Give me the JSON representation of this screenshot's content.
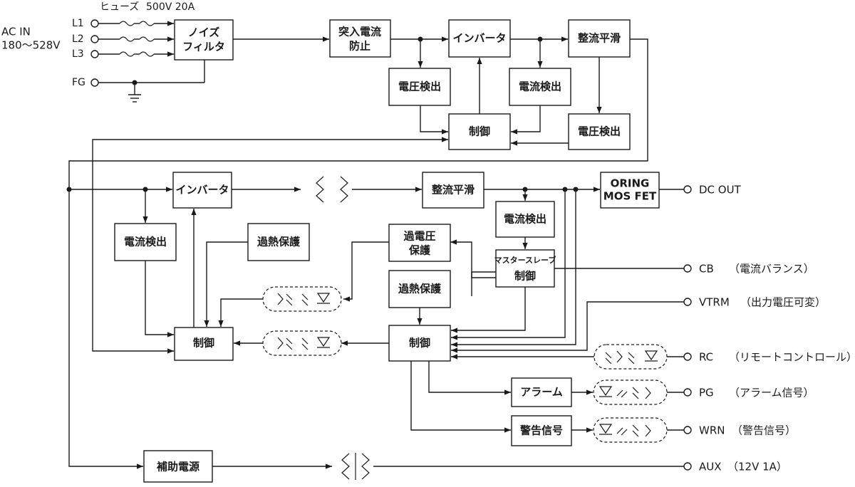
{
  "input": {
    "ac_in": "AC IN",
    "voltage_range": "180～528V",
    "fuse_label": "ヒューズ",
    "fuse_rating": "500V 20A",
    "lines": [
      "L1",
      "L2",
      "L3"
    ],
    "fg": "FG"
  },
  "primary": {
    "noise_filter": [
      "ノイズ",
      "フィルタ"
    ],
    "inrush": [
      "突入電流",
      "防止"
    ],
    "inverter": "インバータ",
    "smoothing": "整流平滑",
    "voltage_detect_1": "電圧検出",
    "current_detect": "電流検出",
    "control": "制御",
    "voltage_detect_2": "電圧検出"
  },
  "secondary": {
    "inverter": "インバータ",
    "smoothing": "整流平滑",
    "current_detect_left": "電流検出",
    "overheat_left": "過熱保護",
    "control_left": "制御",
    "current_detect_right": "電流検出",
    "oring": [
      "ORING",
      "MOS FET"
    ],
    "overvoltage": [
      "過電圧",
      "保護"
    ],
    "master_slave": [
      "マスタースレーブ",
      "制御"
    ],
    "overheat_right": "過熱保護",
    "control_right": "制御",
    "alarm": "アラーム",
    "warning": "警告信号",
    "aux_power": "補助電源"
  },
  "outputs": [
    {
      "name": "DC OUT",
      "desc": ""
    },
    {
      "name": "CB",
      "desc": "（電流バランス）"
    },
    {
      "name": "VTRM",
      "desc": "（出力電圧可変）"
    },
    {
      "name": "RC",
      "desc": "（リモートコントロール）"
    },
    {
      "name": "PG",
      "desc": "（アラーム信号）"
    },
    {
      "name": "WRN",
      "desc": "（警告信号）"
    },
    {
      "name": "AUX",
      "desc": "（12V  1A）"
    }
  ]
}
